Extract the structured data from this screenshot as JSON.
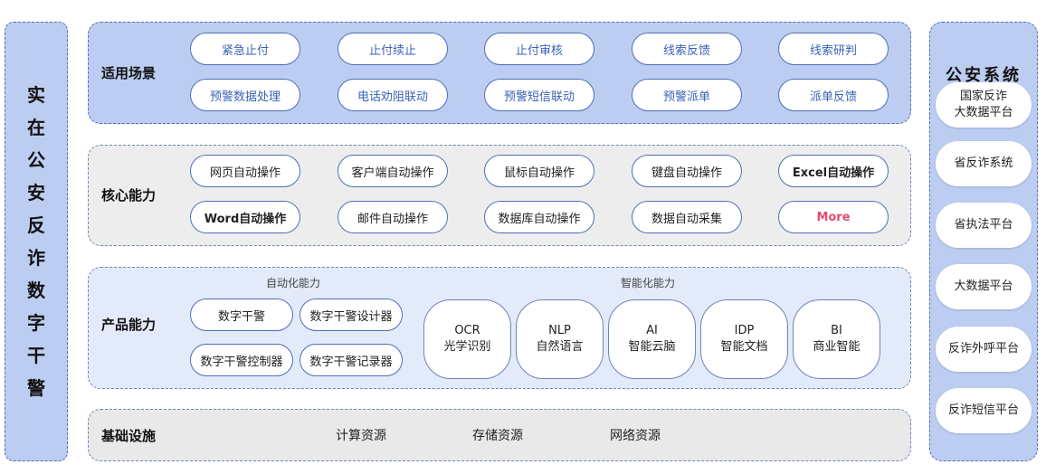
{
  "left_title": [
    "实",
    "在",
    "公",
    "安",
    "反",
    "诈",
    "数",
    "字",
    "干",
    "警"
  ],
  "right": {
    "title": "公安系统",
    "items": [
      "国家反诈\n大数据平台",
      "省反诈系统",
      "省执法平台",
      "大数据平台",
      "反诈外呼平台",
      "反诈短信平台"
    ]
  },
  "scenes": {
    "title": "适用场景",
    "items": [
      "紧急止付",
      "止付续止",
      "止付审核",
      "线索反馈",
      "线索研判",
      "预警数据处理",
      "电话劝阻联动",
      "预警短信联动",
      "预警派单",
      "派单反馈"
    ]
  },
  "core": {
    "title": "核心能力",
    "items": [
      "网页自动操作",
      "客户端自动操作",
      "鼠标自动操作",
      "键盘自动操作",
      "Excel自动操作",
      "Word自动操作",
      "邮件自动操作",
      "数据库自动操作",
      "数据自动采集",
      "More"
    ]
  },
  "product": {
    "title": "产品能力",
    "auto_label": "自动化能力",
    "auto_items": [
      "数字干警",
      "数字干警设计器",
      "数字干警控制器",
      "数字干警记录器"
    ],
    "smart_label": "智能化能力",
    "smart_items": [
      {
        "top": "OCR",
        "bottom": "光学识别"
      },
      {
        "top": "NLP",
        "bottom": "自然语言"
      },
      {
        "top": "AI",
        "bottom": "智能云脑"
      },
      {
        "top": "IDP",
        "bottom": "智能文档"
      },
      {
        "top": "BI",
        "bottom": "商业智能"
      }
    ]
  },
  "infra": {
    "title": "基础设施",
    "items": [
      "计算资源",
      "存储资源",
      "网络资源"
    ]
  },
  "colors": {
    "scene_bg": "#bccdf1",
    "core_bg": "#ededed",
    "product_bg": "#e3eaf9",
    "infra_bg": "#e9e9e9",
    "more": "#e44d6e"
  }
}
